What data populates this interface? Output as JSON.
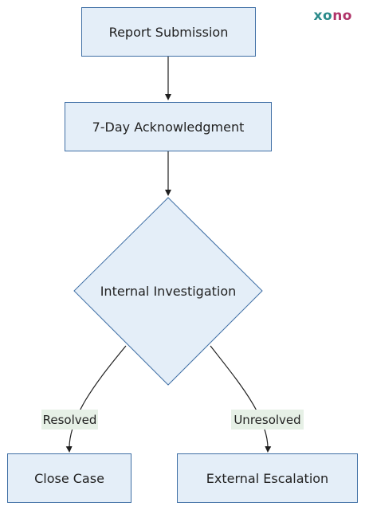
{
  "logo": {
    "part1": "xo",
    "part2": "no"
  },
  "nodes": {
    "report_submission": "Report Submission",
    "acknowledgment": "7-Day Acknowledgment",
    "investigation": "Internal Investigation",
    "close_case": "Close Case",
    "external_escalation": "External Escalation"
  },
  "edges": {
    "resolved": "Resolved",
    "unresolved": "Unresolved"
  },
  "colors": {
    "node_fill": "#e4eef8",
    "node_border": "#3f6fa5",
    "edge_stroke": "#1f1f1f",
    "edge_label_bg": "#e6f0e6",
    "logo_teal": "#2a8a8a",
    "logo_magenta": "#b0356a"
  }
}
